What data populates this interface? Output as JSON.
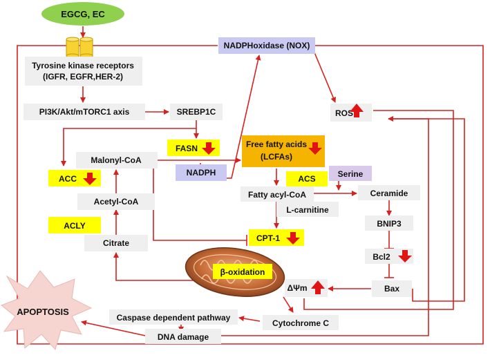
{
  "title": "",
  "nodes": {
    "egcg": "EGCG, EC",
    "rtk_line1": "Tyrosine kinase receptors",
    "rtk_line2": "(IGFR, EGFR,HER-2)",
    "pi3k": "PI3K/Akt/mTORC1 axis",
    "srebp": "SREBP1C",
    "fasn": "FASN",
    "nox": "NADPHoxidase (NOX)",
    "ros": "ROS",
    "ffa_line1": "Free fatty acids",
    "ffa_line2": "(LCFAs)",
    "malonyl": "Malonyl-CoA",
    "nadph": "NADPH",
    "acc": "ACC",
    "acs": "ACS",
    "serine": "Serine",
    "fatty_acyl": "Fatty acyl-CoA",
    "ceramide": "Ceramide",
    "acetyl": "Acetyl-CoA",
    "lcarnitine": "L-carnitine",
    "acly": "ACLY",
    "bnip3": "BNIP3",
    "cpt1": "CPT-1",
    "citrate": "Citrate",
    "bcl2": "Bcl2",
    "beta_ox": "β-oxidation",
    "dpsi": "ΔΨm",
    "bax": "Bax",
    "apoptosis": "APOPTOSIS",
    "caspase": "Caspase dependent pathway",
    "cytc": "Cytochrome C",
    "dna": "DNA damage"
  },
  "indicators": {
    "fasn": "down",
    "ffa": "down",
    "acc": "down",
    "cpt1": "down",
    "bcl2": "down",
    "ros": "up",
    "dpsi": "up"
  },
  "colors": {
    "edge": "#d8201e",
    "egcg_fill": "#8fd14f",
    "box_fill": "#efefef",
    "enzyme_fill": "#ffff00",
    "lavender_fill": "#c9c9f2",
    "ffa_fill": "#f5b400",
    "serine_fill": "#d9c9ea",
    "burst_fill": "#f6d4d0",
    "mito_fill": "#c0652a"
  }
}
